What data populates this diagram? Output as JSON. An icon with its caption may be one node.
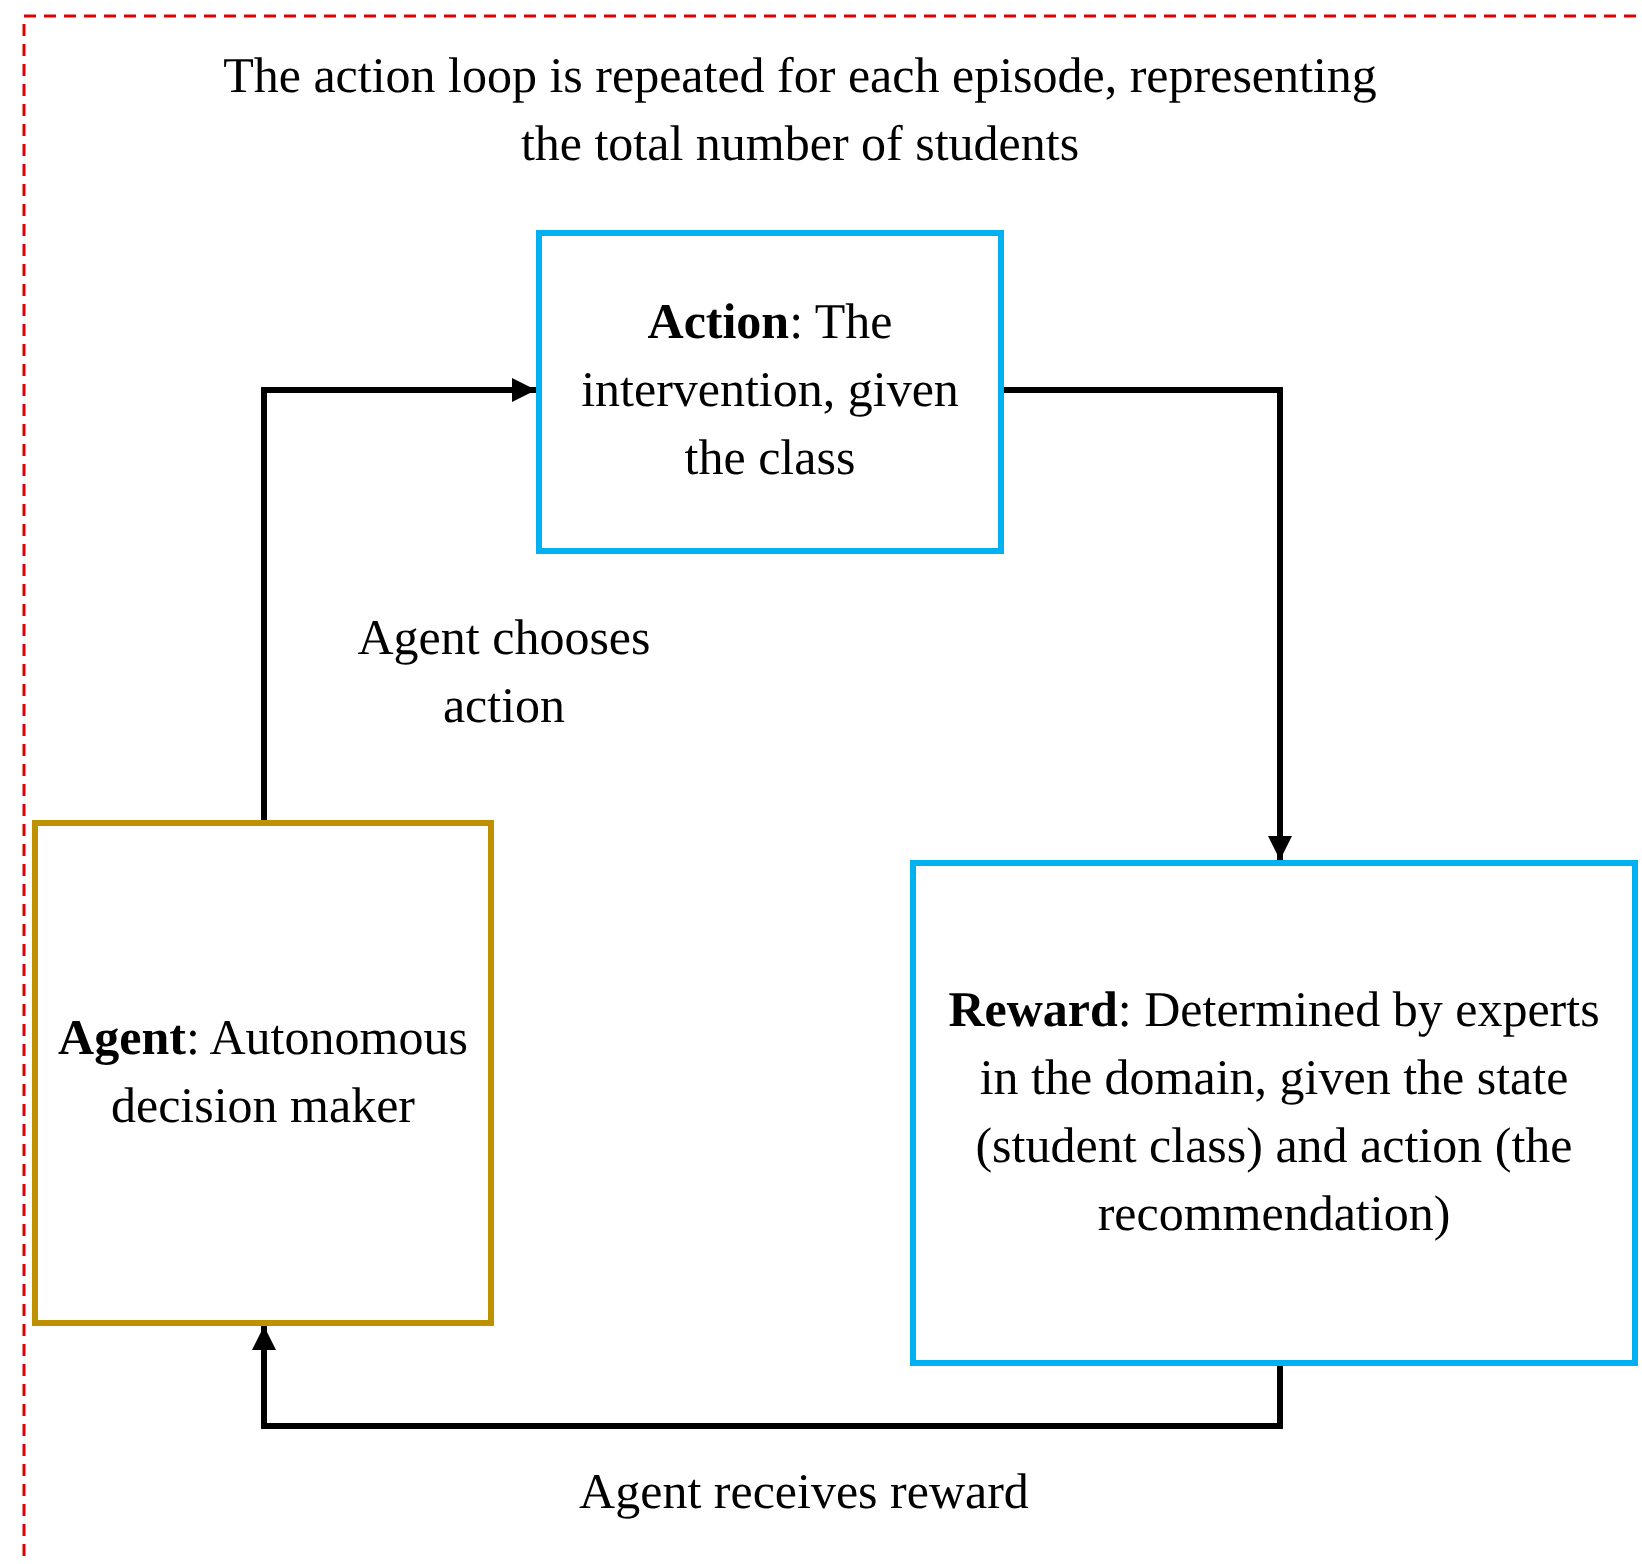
{
  "diagram": {
    "title": "The action loop is repeated for each episode, representing the total number of students",
    "nodes": [
      {
        "text": [
          "**Action**: The intervention, given the class"
        ]
      },
      {
        "text": [
          "**Reward**: Determined by experts in the domain, given the state (student class) and action (the recommendation)"
        ]
      },
      {
        "text": [
          "**Agent**: Autonomous decision maker"
        ]
      }
    ],
    "edges": [
      {
        "from": 2,
        "to": 0,
        "arrow": "to",
        "label": "Agent chooses action"
      },
      {
        "from": 0,
        "to": 1,
        "arrow": "to"
      },
      {
        "from": 1,
        "to": 2,
        "arrow": "to",
        "label": "Agent receives reward"
      }
    ]
  }
}
